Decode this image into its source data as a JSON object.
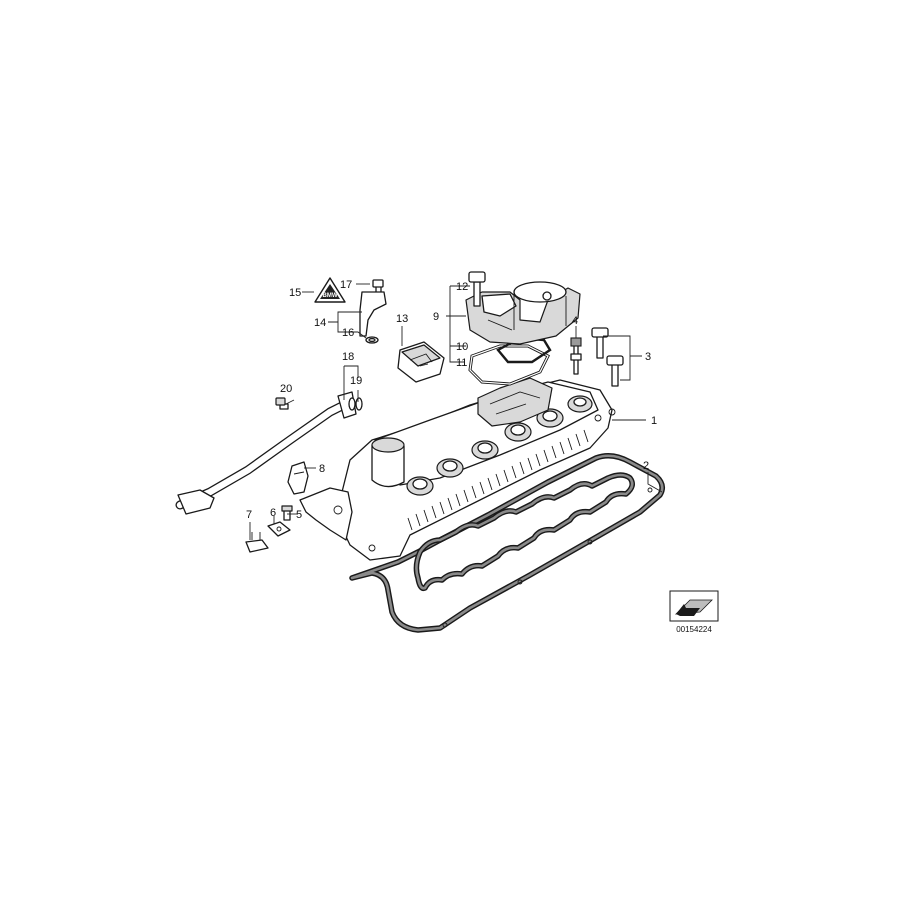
{
  "diagram": {
    "callouts": {
      "c1": "1",
      "c2": "2",
      "c3": "3",
      "c4": "4",
      "c5": "5",
      "c6": "6",
      "c7": "7",
      "c8": "8",
      "c9": "9",
      "c10": "10",
      "c11": "11",
      "c12": "12",
      "c13": "13",
      "c14": "14",
      "c15": "15",
      "c16": "16",
      "c17": "17",
      "c18": "18",
      "c19": "19",
      "c20": "20"
    },
    "catalog_number": "00154224",
    "warning_label_text": "BMW",
    "icons": [
      "orientation-arrow-icon",
      "warning-triangle-icon"
    ]
  }
}
